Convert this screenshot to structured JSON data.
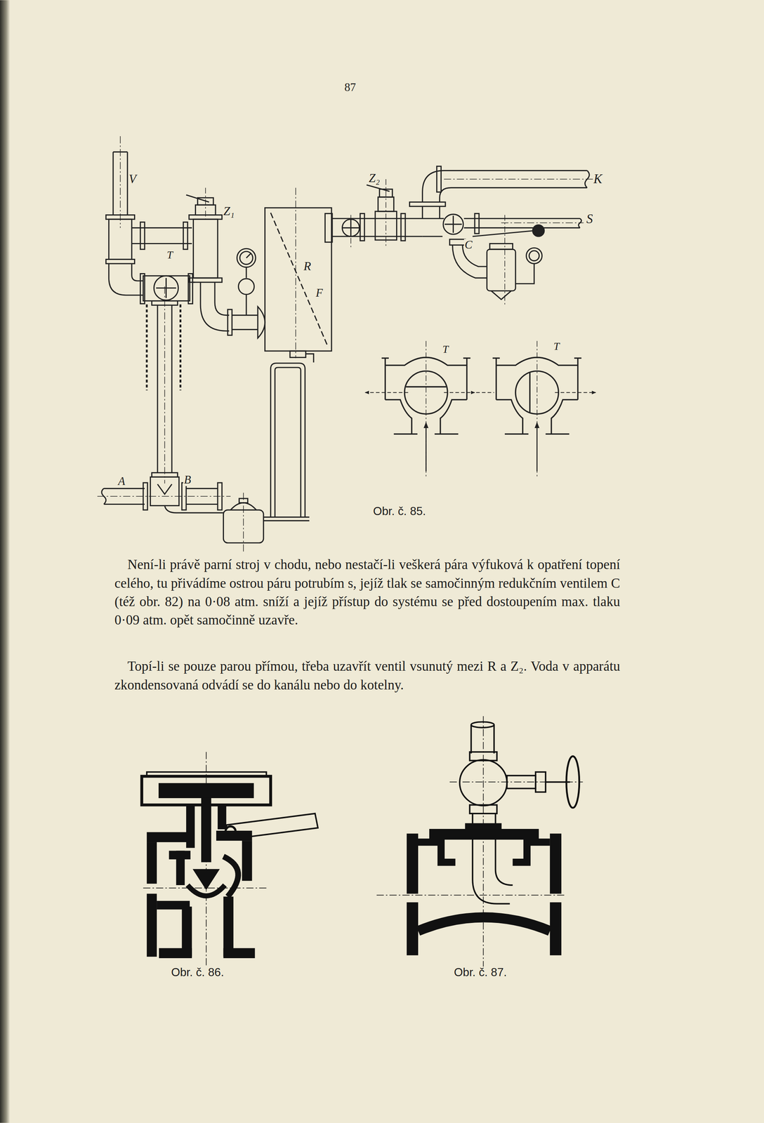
{
  "diagram": {
    "labels": [
      "87",
      "V",
      "Z₁",
      "T",
      "R",
      "F",
      "Z₂",
      "K",
      "S",
      "C",
      "T",
      "T",
      "A",
      "B",
      "Obr. č. 85.",
      "Není-li právě parní stroj v chodu, nebo nestačí-li veškerá pára výfuková k opatření topení celého, tu přivádíme ostrou páru potrubím s, jejíž tlak se samočinným redukčním ventilem C (též obr. 82) na 0·08 atm. sníží a jejíž přístup do systému se před dostoupením max. tlaku 0·09 atm. opět samočinně uzavře.",
      "Topí-li se pouze parou přímou, třeba uzavřít ventil vsunutý mezi R a Z₂. Voda v apparátu zkondensovaná odvádí se do kanálu nebo do kotelny.",
      "Obr. č. 86.",
      "Obr. č. 87."
    ]
  }
}
